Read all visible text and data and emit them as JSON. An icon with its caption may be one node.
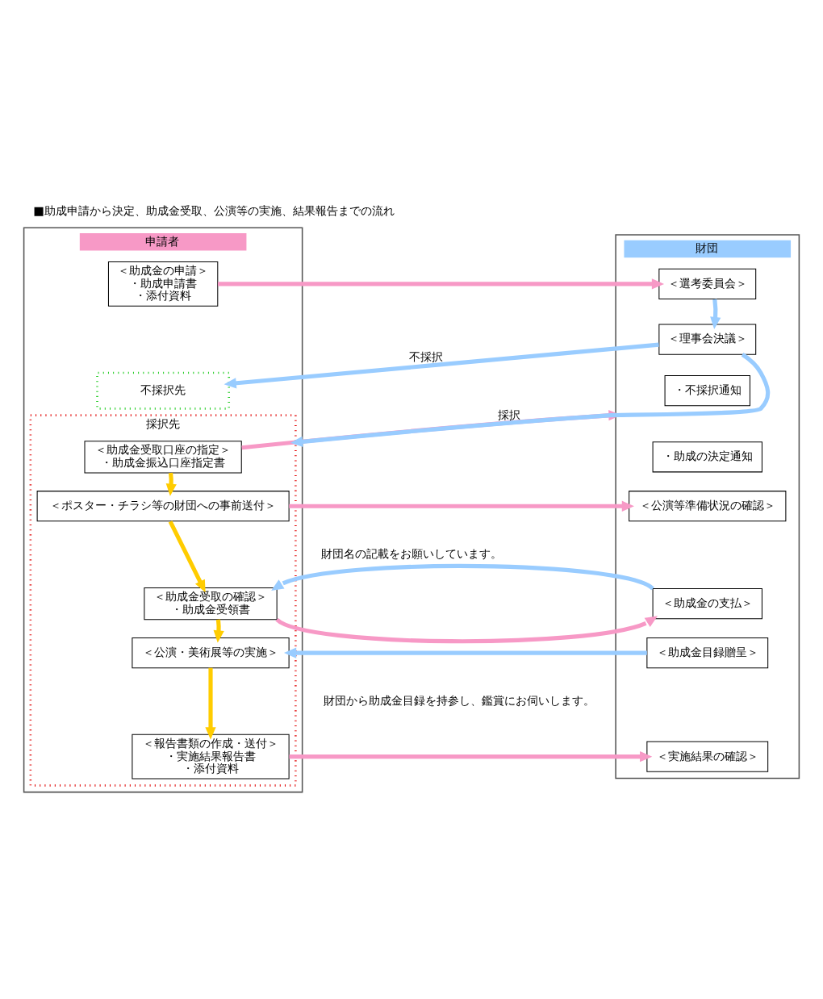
{
  "diagram": {
    "title": "■助成申請から決定、助成金受取、公演等の実施、結果報告までの流れ",
    "nodes": [
      {
        "text": [
          "申請者"
        ]
      },
      {
        "text": [
          "＜助成金の申請＞",
          "・助成申請書",
          "・添付資料"
        ],
        "in": 0
      },
      {
        "text": [
          "不採択先"
        ],
        "in": 0
      },
      {
        "text": [
          "採択先"
        ],
        "in": 0
      },
      {
        "text": [
          "＜助成金受取口座の指定＞",
          "・助成金振込口座指定書"
        ],
        "in": 3
      },
      {
        "text": [
          "＜ポスター・チラシ等の財団への事前送付＞"
        ],
        "in": 3
      },
      {
        "text": [
          "＜助成金受取の確認＞",
          "・助成金受領書"
        ],
        "in": 3
      },
      {
        "text": [
          "＜公演・美術展等の実施＞"
        ],
        "in": 3
      },
      {
        "text": [
          "＜報告書類の作成・送付＞",
          "・実施結果報告書",
          "・添付資料"
        ],
        "in": 3
      },
      {
        "text": [
          "財団"
        ]
      },
      {
        "text": [
          "＜選考委員会＞"
        ],
        "in": 9
      },
      {
        "text": [
          "＜理事会決議＞"
        ],
        "in": 9
      },
      {
        "text": [
          "・不採択通知"
        ],
        "in": 9
      },
      {
        "text": [
          "・助成の決定通知"
        ],
        "in": 9
      },
      {
        "text": [
          "＜公演等準備状況の確認＞"
        ],
        "in": 9
      },
      {
        "text": [
          "＜助成金の支払＞"
        ],
        "in": 9
      },
      {
        "text": [
          "＜助成金目録贈呈＞"
        ],
        "in": 9
      },
      {
        "text": [
          "＜実施結果の確認＞"
        ],
        "in": 9
      }
    ],
    "edges": [
      {
        "from": 1,
        "to": 10,
        "arrow": "to",
        "color": "#f799c6"
      },
      {
        "from": 10,
        "to": 11,
        "arrow": "to",
        "color": "#99ccff"
      },
      {
        "from": 11,
        "to": 2,
        "arrow": "to",
        "label": "不採択",
        "color": "#99ccff"
      },
      {
        "from": 11,
        "to": 3,
        "arrow": "to",
        "label": "採択",
        "color": "#99ccff"
      },
      {
        "from": 4,
        "to": 9,
        "arrow": "to",
        "color": "#f799c6"
      },
      {
        "from": 4,
        "to": 5,
        "arrow": "to",
        "color": "#ffcc00"
      },
      {
        "from": 5,
        "to": 14,
        "arrow": "to",
        "color": "#f799c6"
      },
      {
        "from": 5,
        "to": 6,
        "arrow": "to",
        "color": "#ffcc00"
      },
      {
        "from": 15,
        "to": 6,
        "arrow": "to",
        "color": "#99ccff"
      },
      {
        "from": 6,
        "to": 15,
        "arrow": "to",
        "color": "#f799c6"
      },
      {
        "from": 6,
        "to": 7,
        "arrow": "to",
        "color": "#ffcc00"
      },
      {
        "from": 16,
        "to": 7,
        "arrow": "to",
        "color": "#99ccff"
      },
      {
        "from": 7,
        "to": 8,
        "arrow": "to",
        "color": "#ffcc00"
      },
      {
        "from": 8,
        "to": 17,
        "arrow": "to",
        "color": "#f799c6"
      }
    ],
    "labels": [
      "財団名の記載をお願いしています。",
      "財団から助成金目録を持参し、鑑賞にお伺いします。"
    ]
  }
}
